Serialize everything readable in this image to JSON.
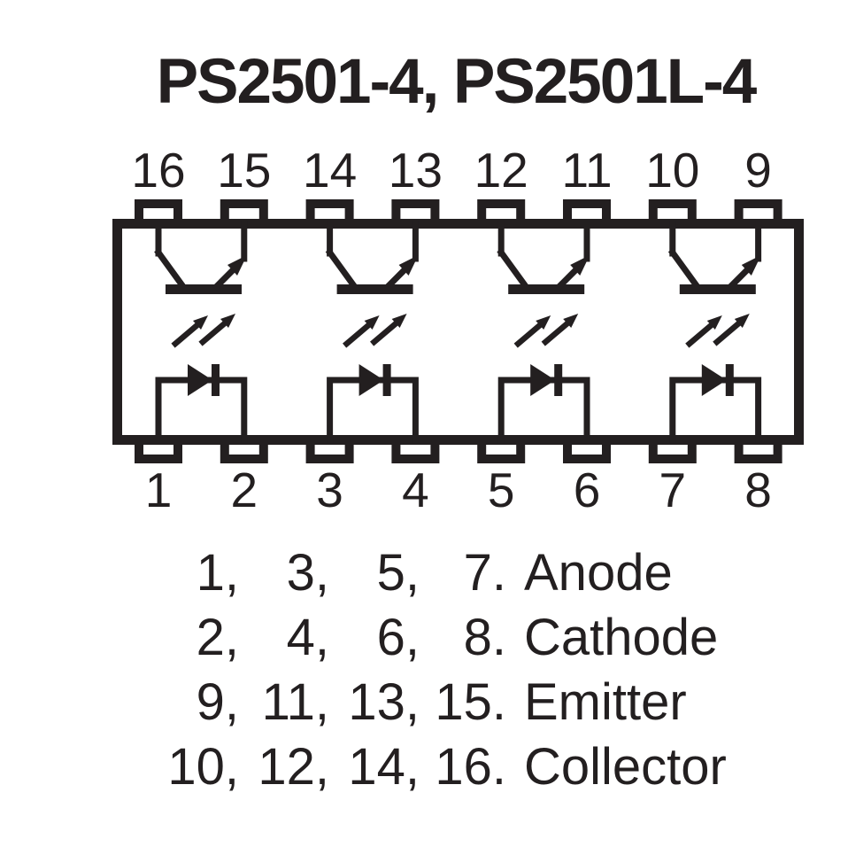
{
  "title": "PS2501-4, PS2501L-4",
  "colors": {
    "ink": "#231f20",
    "paper": "#ffffff"
  },
  "package": {
    "top_pins": [
      "16",
      "15",
      "14",
      "13",
      "12",
      "11",
      "10",
      "9"
    ],
    "bottom_pins": [
      "1",
      "2",
      "3",
      "4",
      "5",
      "6",
      "7",
      "8"
    ],
    "channel_icons": [
      "phototransistor-icon",
      "light-arrows-icon",
      "led-icon"
    ]
  },
  "legend": {
    "rows": [
      {
        "cols": [
          "1,",
          "3,",
          "5,",
          "7.",
          "Anode"
        ]
      },
      {
        "cols": [
          "2,",
          "4,",
          "6,",
          "8.",
          "Cathode"
        ]
      },
      {
        "cols": [
          "9,",
          "11,",
          "13,",
          "15.",
          "Emitter"
        ]
      },
      {
        "cols": [
          "10,",
          "12,",
          "14,",
          "16.",
          "Collector"
        ]
      }
    ]
  }
}
